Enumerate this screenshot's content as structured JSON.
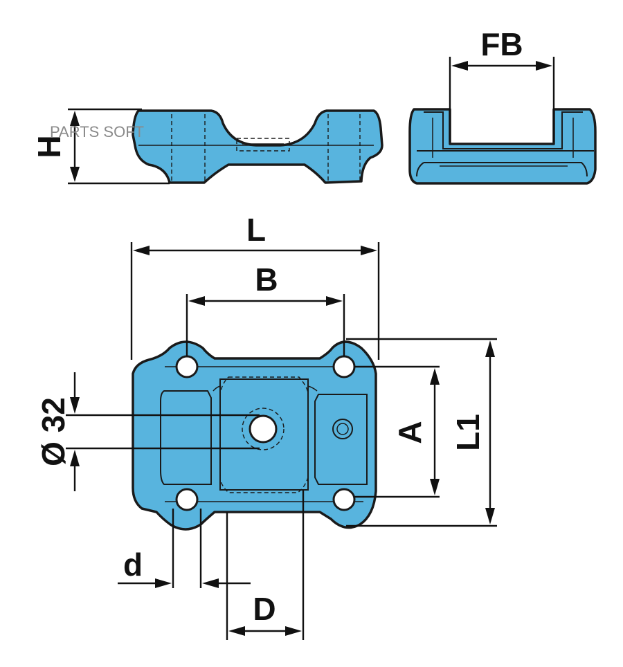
{
  "colors": {
    "part_fill": "#58b4de",
    "outline": "#1a1a1a"
  },
  "watermark": "PARTS SOFT",
  "labels": {
    "H": "H",
    "FB": "FB",
    "L": "L",
    "B": "B",
    "A": "A",
    "L1": "L1",
    "dia": "Ø 32",
    "d": "d",
    "D": "D"
  }
}
